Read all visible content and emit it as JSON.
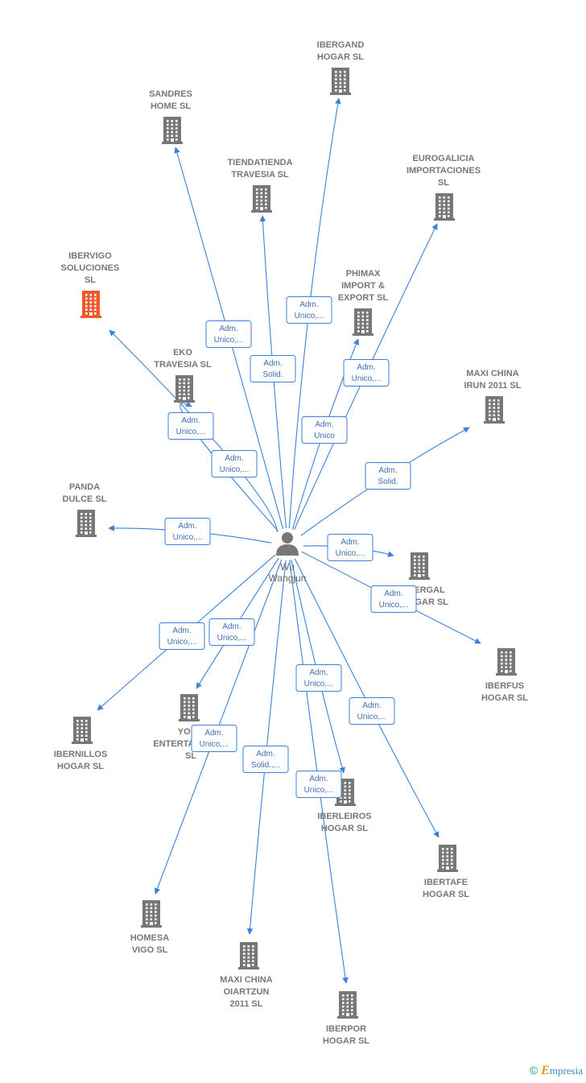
{
  "colors": {
    "edge": "#3b82d6",
    "building": "#777777",
    "building_highlight": "#f0592a",
    "person": "#777777"
  },
  "center": {
    "name_lines": [
      "Wu",
      "Wangjun"
    ],
    "icon": "person-icon"
  },
  "nodes": [
    {
      "id": "ibergand",
      "lines": [
        "IBERGAND",
        "HOGAR  SL"
      ],
      "icon": "building-icon"
    },
    {
      "id": "sandres",
      "lines": [
        "SANDRES",
        "HOME  SL"
      ],
      "icon": "building-icon"
    },
    {
      "id": "tiendatienda",
      "lines": [
        "TIENDATIENDA",
        "TRAVESIA  SL"
      ],
      "icon": "building-icon"
    },
    {
      "id": "eurogalicia",
      "lines": [
        "EUROGALICIA",
        "IMPORTACIONES",
        "SL"
      ],
      "icon": "building-icon"
    },
    {
      "id": "ibervigo",
      "lines": [
        "IBERVIGO",
        "SOLUCIONES",
        "SL"
      ],
      "icon": "building-icon",
      "highlight": true
    },
    {
      "id": "phimax",
      "lines": [
        "PHIMAX",
        "IMPORT &",
        "EXPORT SL"
      ],
      "icon": "building-icon"
    },
    {
      "id": "eko",
      "lines": [
        "EKO",
        "TRAVESIA  SL"
      ],
      "icon": "building-icon"
    },
    {
      "id": "maxiirun",
      "lines": [
        "MAXI CHINA",
        "IRUN 2011 SL"
      ],
      "icon": "building-icon"
    },
    {
      "id": "panda",
      "lines": [
        "PANDA",
        "DULCE  SL"
      ],
      "icon": "building-icon"
    },
    {
      "id": "ibergal",
      "lines": [
        "IBERGAL",
        "HOGAR  SL"
      ],
      "icon": "building-icon"
    },
    {
      "id": "iberfus",
      "lines": [
        "IBERFUS",
        "HOGAR  SL"
      ],
      "icon": "building-icon"
    },
    {
      "id": "ibernillos",
      "lines": [
        "IBERNILLOS",
        "HOGAR  SL"
      ],
      "icon": "building-icon"
    },
    {
      "id": "yong",
      "lines": [
        "YONG",
        "ENTERTAINMENT",
        "SL"
      ],
      "icon": "building-icon"
    },
    {
      "id": "iberleiros",
      "lines": [
        "IBERLEIROS",
        "HOGAR  SL"
      ],
      "icon": "building-icon"
    },
    {
      "id": "ibertafe",
      "lines": [
        "IBERTAFE",
        "HOGAR  SL"
      ],
      "icon": "building-icon"
    },
    {
      "id": "homesa",
      "lines": [
        "HOMESA",
        "VIGO  SL"
      ],
      "icon": "building-icon"
    },
    {
      "id": "maxioiartzun",
      "lines": [
        "MAXI CHINA",
        "OIARTZUN",
        "2011 SL"
      ],
      "icon": "building-icon"
    },
    {
      "id": "iberpor",
      "lines": [
        "IBERPOR",
        "HOGAR  SL"
      ],
      "icon": "building-icon"
    }
  ],
  "edges": [
    {
      "to": "ibergand",
      "label": [
        "Adm.",
        "Unico,..."
      ]
    },
    {
      "to": "sandres",
      "label": [
        "Adm.",
        "Unico,..."
      ]
    },
    {
      "to": "tiendatienda",
      "label": [
        "Adm.",
        "Solid."
      ]
    },
    {
      "to": "eurogalicia",
      "label": [
        "Adm.",
        "Unico,..."
      ]
    },
    {
      "to": "ibervigo",
      "label": [
        "Adm.",
        "Unico,..."
      ]
    },
    {
      "to": "phimax",
      "label": [
        "Adm.",
        "Unico"
      ]
    },
    {
      "to": "eko",
      "label": [
        "Adm.",
        "Unico,..."
      ]
    },
    {
      "to": "maxiirun",
      "label": [
        "Adm.",
        "Solid."
      ]
    },
    {
      "to": "panda",
      "label": [
        "Adm.",
        "Unico,..."
      ]
    },
    {
      "to": "ibergal",
      "label": [
        "Adm.",
        "Unico,..."
      ]
    },
    {
      "to": "iberfus",
      "label": [
        "Adm.",
        "Unico,..."
      ]
    },
    {
      "to": "ibernillos",
      "label": [
        "Adm.",
        "Unico,..."
      ]
    },
    {
      "to": "yong",
      "label": [
        "Adm.",
        "Unico,..."
      ]
    },
    {
      "to": "iberleiros",
      "label": [
        "Adm.",
        "Unico,..."
      ]
    },
    {
      "to": "ibertafe",
      "label": [
        "Adm.",
        "Unico,..."
      ]
    },
    {
      "to": "homesa",
      "label": [
        "Adm.",
        "Unico,..."
      ]
    },
    {
      "to": "maxioiartzun",
      "label": [
        "Adm.",
        "Solid.,..."
      ]
    },
    {
      "to": "iberpor",
      "label": [
        "Adm.",
        "Unico,..."
      ]
    }
  ],
  "watermark": {
    "symbol": "©",
    "brand_initial": "E",
    "brand_rest": "mpresia"
  }
}
